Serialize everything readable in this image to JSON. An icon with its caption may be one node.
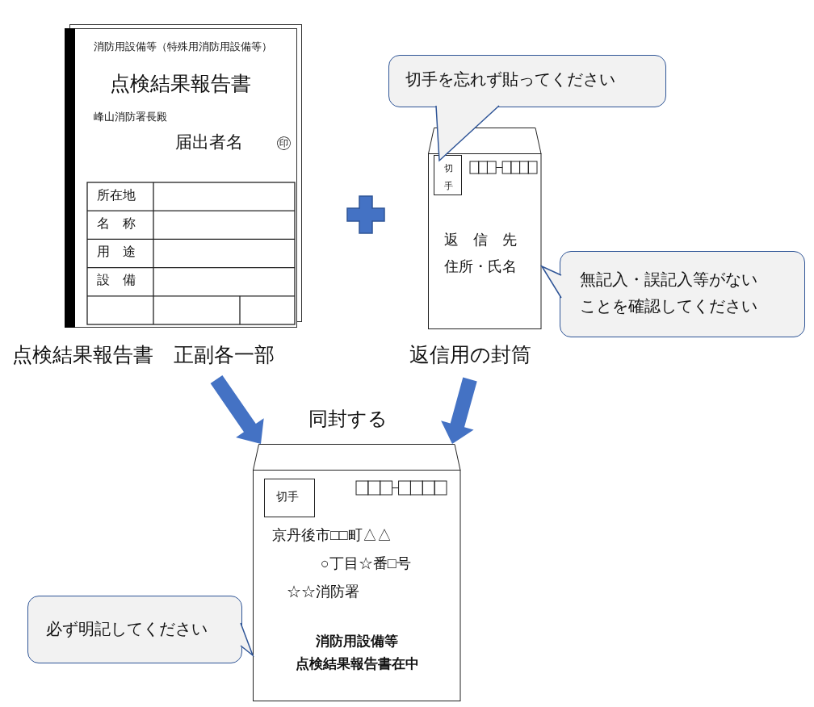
{
  "diagram": {
    "nodes": [
      {
        "text": [
          "消防用設備等（特殊用消防用設備等）",
          "点検結果報告書",
          "峰山消防署長殿",
          "届出者名",
          "㊞",
          "所在地",
          "名　称",
          "用　途",
          "設　備"
        ],
        "beside": [
          "点検結果報告書　正副各一部"
        ]
      },
      {
        "text": [
          "返　信　先",
          "住所・氏名"
        ],
        "beside": [
          "返信用の封筒"
        ]
      },
      {
        "text": [
          "切手"
        ],
        "in": 1
      },
      {
        "text": [
          "切手を忘れず貼ってください"
        ]
      },
      {
        "text": [
          "無記入・誤記入等がないことを確認してください"
        ]
      },
      {
        "text": [
          "京丹後市□□町△△",
          "○丁目☆番□号",
          "☆☆消防署",
          "消防用設備等",
          "点検結果報告書在中"
        ]
      },
      {
        "text": [
          "切手"
        ],
        "in": 5
      },
      {
        "text": [
          "必ず明記してください"
        ]
      }
    ],
    "edges": [
      {
        "from": 0,
        "to": 5,
        "arrow": "to",
        "style": "thick",
        "color": "#4472c4"
      },
      {
        "from": 1,
        "to": 5,
        "arrow": "to",
        "style": "thick",
        "color": "#4472c4"
      },
      {
        "from": 3,
        "to": 2,
        "arrow": "none"
      },
      {
        "from": 4,
        "to": 1,
        "arrow": "none"
      },
      {
        "from": 7,
        "to": 5,
        "arrow": "none"
      }
    ],
    "labels": [
      "同封する"
    ]
  }
}
